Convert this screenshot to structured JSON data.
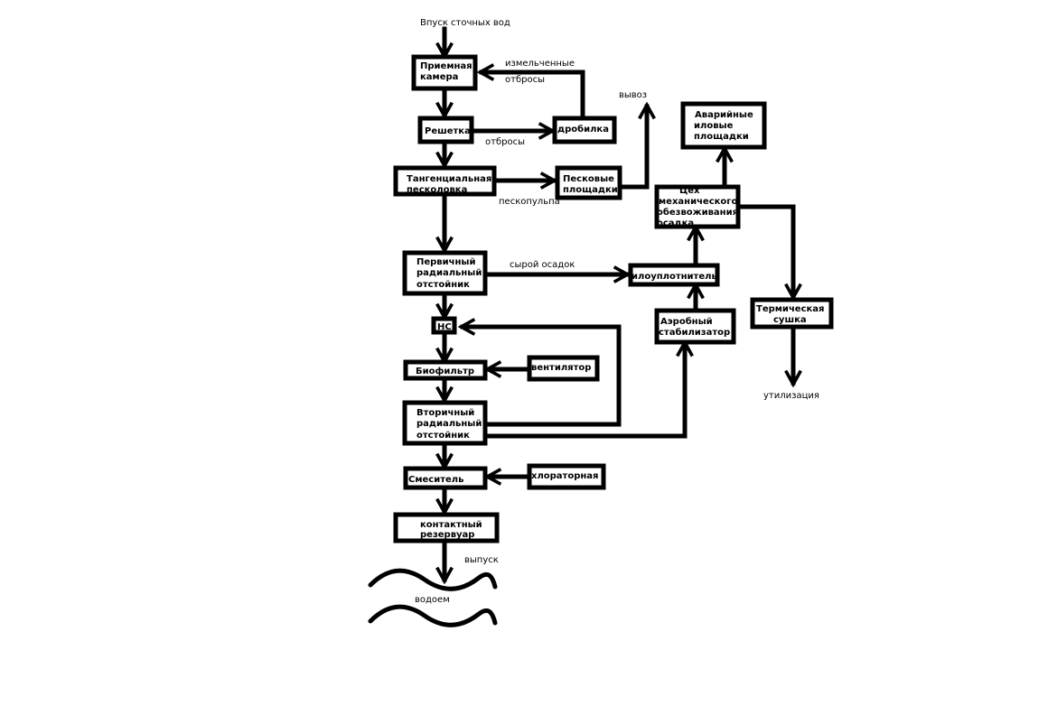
{
  "nodes": {
    "priemnaya_kamera": [
      "Приемная",
      "камера"
    ],
    "reshetka": [
      "Решетка"
    ],
    "drobilka": [
      "дробилка"
    ],
    "peskolovka": [
      "Тангенциальная",
      "песколовка"
    ],
    "peskovye_ploshchadki": [
      "Песковые",
      "площадки"
    ],
    "avariynye_ploshchadki": [
      "Аварийные",
      "иловые",
      "площадки"
    ],
    "tsekh": [
      "Цех",
      "механического",
      "обезвоживания",
      "осадка"
    ],
    "perv_otstoynik": [
      "Первичный",
      "радиальный",
      "отстойник"
    ],
    "iloуплотнитель": [
      "илоуплотнитель"
    ],
    "ns": [
      "НС"
    ],
    "aerobny_stabilizator": [
      "Аэробный",
      "стабилизатор"
    ],
    "termicheskaya_sushka": [
      "Термическая",
      "сушка"
    ],
    "biofiltr": [
      "Биофильтр"
    ],
    "ventilyator": [
      "вентилятор"
    ],
    "vtor_otstoynik": [
      "Вторичный",
      "радиальный",
      "отстойник"
    ],
    "smesitel": [
      "Смеситель"
    ],
    "khloratornaya": [
      "хлораторная"
    ],
    "kontaktny_rezervuar": [
      "контактный",
      "резервуар"
    ]
  },
  "labels": {
    "vpusk": "Впуск сточных вод",
    "izmelchennye": "измельченные",
    "otbrosy_1": "отбросы",
    "otbrosy_2": "отбросы",
    "vyvoz": "вывоз",
    "peskopulpa": "пескопульпа",
    "syroy_osadok": "сырой осадок",
    "utilizatsiya": "утилизация",
    "vypusk": "выпуск",
    "vodoem": "водоем"
  }
}
